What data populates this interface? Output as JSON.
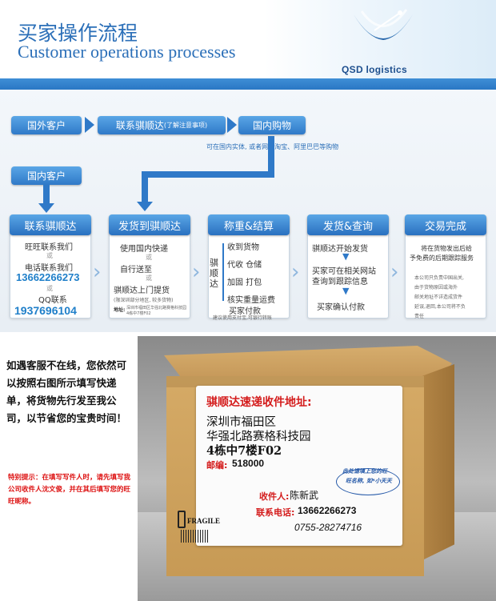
{
  "header": {
    "title_cn": "买家操作流程",
    "title_en": "Customer operations processes",
    "logo_text": "QSD logistics"
  },
  "flow": {
    "foreign_customer": "国外客户",
    "contact_main": "联系骐顺达",
    "contact_note": "(了解注意事项)",
    "domestic_shopping": "国内购物",
    "shopping_note": "可在国内实体, 或者网络淘宝、阿里巴巴等购物",
    "domestic_customer": "国内客户"
  },
  "cards": [
    {
      "title": "联系骐顺达",
      "lines": [
        "旺旺联系我们",
        "电话联系我们"
      ],
      "or": "或",
      "phone": "13662266273",
      "qq_label": "QQ联系",
      "qq": "1937696104"
    },
    {
      "title": "发货到骐顺达",
      "lines": [
        "使用国内快递",
        "自行送至",
        "骐顺达上门提货"
      ],
      "or": "或",
      "note": "(限深圳部分地区, 较多货物)",
      "addr_label": "地址:",
      "addr_small": "深圳市福田区华强北路赛格科技园4栋中7楼F02"
    },
    {
      "title": "称重&结算",
      "side": "骐顺达",
      "lines": [
        "收到货物",
        "代收 仓储",
        "加固 打包",
        "核实重量运费"
      ],
      "pay": "买家付款",
      "pay_note": "建议使用支付宝,可银行转账"
    },
    {
      "title": "发货&查询",
      "lines": [
        "骐顺达开始发货",
        "买家可在相关网站",
        "查询到跟踪信息",
        "买家确认付款"
      ]
    },
    {
      "title": "交易完成",
      "lines": [
        "将在货物发出后给",
        "予免费的后期跟踪服务"
      ],
      "small": [
        "本公司只负责中国出关,",
        "由于货物原因或海外",
        "邮关地址不详造成货件",
        "延误,退回,本公司将不负",
        "责任"
      ]
    }
  ],
  "notice": {
    "text": "如遇客服不在线，您依然可以按照右图所示填写快递单，将货物先行发至我公司，以节省您的宝贵时间！",
    "tip": "特别提示：在填写写件人时，请先填写我公司收件人沈文俊，并在其后填写您的旺旺昵称。"
  },
  "label": {
    "title": "骐顺达速递收件地址:",
    "addr1": "深圳市福田区",
    "addr2": "华强北路赛格科技园",
    "addr3": "4栋中7楼F02",
    "postcode_label": "邮编:",
    "postcode": "518000",
    "recipient_label": "收件人:",
    "recipient": "陈新武",
    "phone_label": "联系电话:",
    "phone": "13662266273",
    "tel": "0755-28274716",
    "note1": "此处请填上您的旺",
    "note2": "旺名称, 如*小天天"
  },
  "box": {
    "fragile": "FRAGILE"
  }
}
